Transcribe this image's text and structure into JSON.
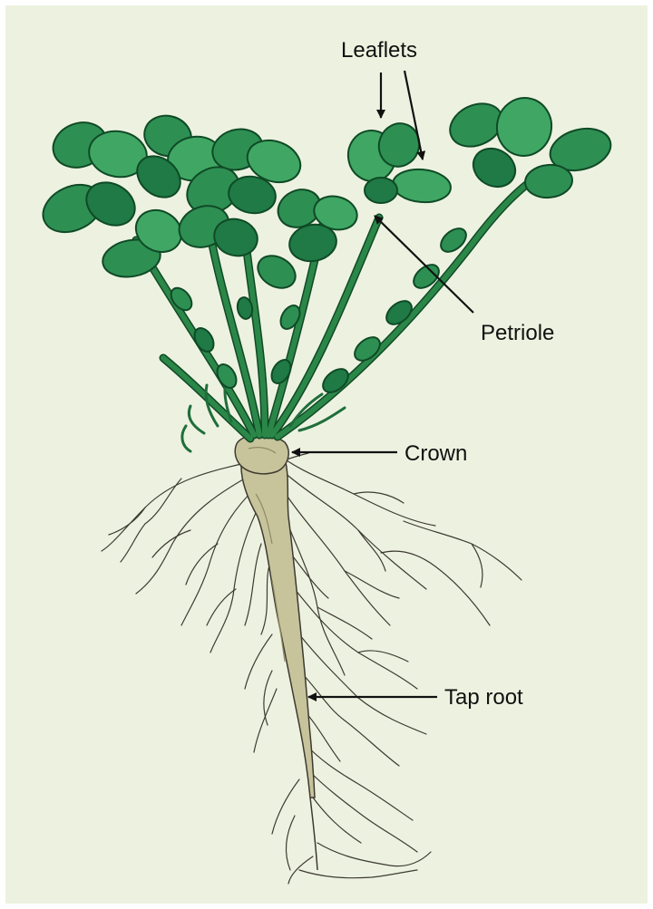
{
  "labels": {
    "leaflets": "Leaflets",
    "petriole": "Petriole",
    "crown": "Crown",
    "tap_root": "Tap root"
  },
  "colors": {
    "background": "#edf2e0",
    "leaf_fill": "#2e8f52",
    "leaf_light": "#3fa763",
    "leaf_dark": "#0f4a26",
    "stem": "#2b8748",
    "root_fill": "#c7c39b",
    "root_line": "#3d3a31",
    "arrow": "#111111"
  }
}
